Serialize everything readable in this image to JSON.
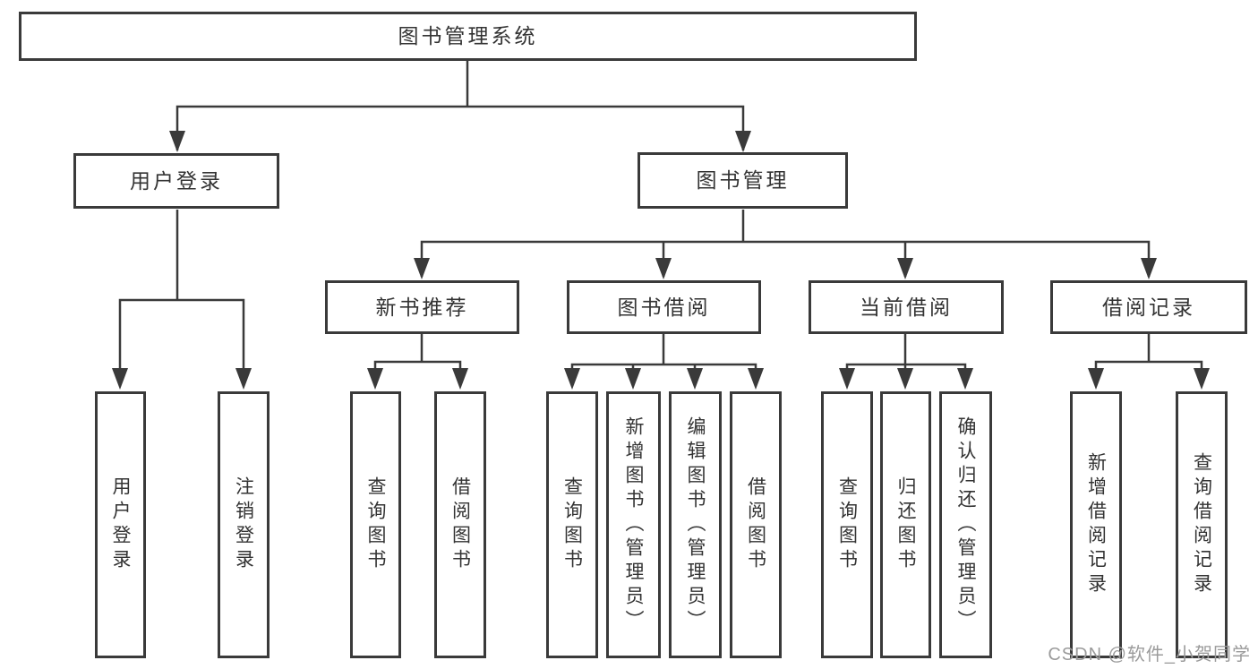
{
  "colors": {
    "background": "#ffffff",
    "line": "#3a3a3a",
    "box_border": "#3a3a3a",
    "text": "#333333",
    "watermark": "#9b9b9b"
  },
  "watermark": {
    "text": "CSDN @软件_小贺同学"
  },
  "tree": {
    "root": {
      "label": "图书管理系统"
    },
    "branches": [
      {
        "label": "用户登录",
        "children": [
          {
            "label": "用户登录"
          },
          {
            "label": "注销登录"
          }
        ]
      },
      {
        "label": "图书管理",
        "children": [
          {
            "label": "新书推荐",
            "children": [
              {
                "label": "查询图书"
              },
              {
                "label": "借阅图书"
              }
            ]
          },
          {
            "label": "图书借阅",
            "children": [
              {
                "label": "查询图书"
              },
              {
                "label": "新增图书（管理员）"
              },
              {
                "label": "编辑图书（管理员）"
              },
              {
                "label": "借阅图书"
              }
            ]
          },
          {
            "label": "当前借阅",
            "children": [
              {
                "label": "查询图书"
              },
              {
                "label": "归还图书"
              },
              {
                "label": "确认归还（管理员）"
              }
            ]
          },
          {
            "label": "借阅记录",
            "children": [
              {
                "label": "新增借阅记录"
              },
              {
                "label": "查询借阅记录"
              }
            ]
          }
        ]
      }
    ]
  }
}
